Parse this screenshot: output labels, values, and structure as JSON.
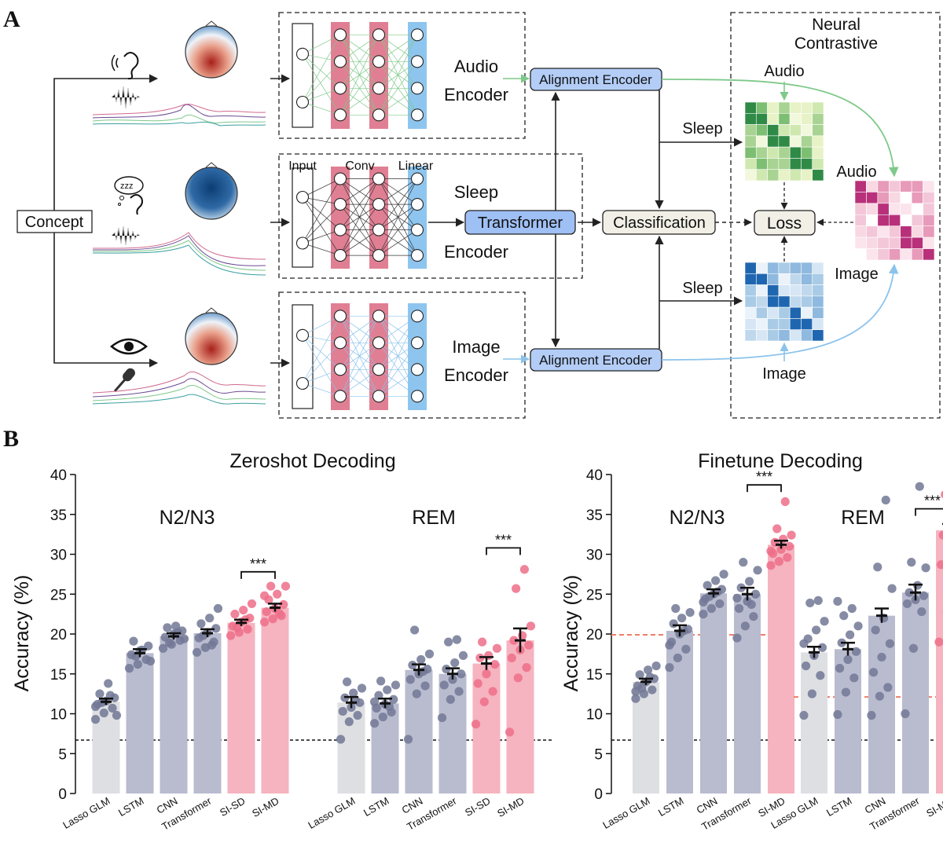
{
  "panel_labels": {
    "a": "A",
    "b": "B"
  },
  "diagram": {
    "concept": "Concept",
    "audio_encoder": [
      "Audio",
      "Encoder"
    ],
    "sleep_encoder": [
      "Sleep",
      "Encoder"
    ],
    "image_encoder": [
      "Image",
      "Encoder"
    ],
    "layer_labels": [
      "Input",
      "Conv",
      "Linear"
    ],
    "transformer": "Transformer",
    "alignment_encoder": "Alignment Encoder",
    "classification": "Classification",
    "loss": "Loss",
    "neural_contrastive": [
      "Neural",
      "Contrastive"
    ],
    "audio": "Audio",
    "image": "Image",
    "sleep": "Sleep",
    "colors": {
      "audio_green": "#7fc98a",
      "image_blue": "#8cc3ec",
      "conv_pink": "#e07f93",
      "linear_blue": "#8ec5ef",
      "alignment_fill": "#b3cdf7",
      "transformer_fill": "#9fc0f5"
    }
  },
  "chart_data": [
    {
      "type": "bar",
      "title": "Zeroshot Decoding",
      "ylabel": "Accuracy (%)",
      "ylim": [
        0,
        40
      ],
      "yticks": [
        0,
        5,
        10,
        15,
        20,
        25,
        30,
        35,
        40
      ],
      "chance_level": 6.7,
      "groups": [
        {
          "name": "N2/N3",
          "categories": [
            "Lasso GLM",
            "LSTM",
            "CNN",
            "Transformer",
            "SI-SD",
            "SI-MD"
          ],
          "values": [
            11.5,
            17.6,
            19.7,
            20.1,
            21.4,
            23.3
          ],
          "errors": [
            0.4,
            0.5,
            0.4,
            0.5,
            0.4,
            0.5
          ],
          "points": [
            [
              9.3,
              10.1,
              10.7,
              11.2,
              11.6,
              12.0,
              12.5,
              13.8,
              9.8,
              11.4,
              12.3,
              10.9
            ],
            [
              15.7,
              16.2,
              16.8,
              17.4,
              17.9,
              18.5,
              19.1,
              18.0,
              16.6,
              17.2
            ],
            [
              18.2,
              18.7,
              19.2,
              19.6,
              20.0,
              20.4,
              20.8,
              21.0,
              19.4,
              18.9,
              20.2
            ],
            [
              17.7,
              18.3,
              19.0,
              19.5,
              20.2,
              20.7,
              21.3,
              22.0,
              23.2,
              19.8,
              18.6
            ],
            [
              19.8,
              20.2,
              20.6,
              21.0,
              21.5,
              22.0,
              22.5,
              23.0,
              23.8,
              20.8,
              21.8
            ],
            [
              21.5,
              21.9,
              22.3,
              22.8,
              23.2,
              23.7,
              24.3,
              25.0,
              26.0,
              26.0,
              22.6,
              24.8
            ]
          ],
          "significance": {
            "between": [
              4,
              5
            ],
            "label": "***",
            "y": 27.8
          }
        },
        {
          "name": "REM",
          "categories": [
            "Lasso GLM",
            "LSTM",
            "CNN",
            "Transformer",
            "SI-SD",
            "SI-MD"
          ],
          "values": [
            11.4,
            11.3,
            15.5,
            15.0,
            16.3,
            19.2
          ],
          "errors": [
            0.7,
            0.6,
            0.7,
            0.7,
            0.8,
            1.5
          ],
          "points": [
            [
              6.8,
              9.0,
              9.8,
              10.3,
              10.8,
              11.4,
              12.0,
              12.6,
              13.2,
              14.0,
              11.7
            ],
            [
              8.8,
              9.6,
              10.2,
              10.7,
              11.2,
              11.8,
              12.3,
              13.0,
              13.6,
              14.1,
              10.9,
              11.5
            ],
            [
              6.8,
              12.5,
              13.5,
              14.3,
              15.0,
              15.6,
              16.1,
              16.8,
              17.5,
              20.5,
              15.3
            ],
            [
              9.5,
              11.8,
              12.8,
              13.6,
              14.3,
              15.0,
              15.6,
              16.4,
              17.3,
              19.0,
              19.3
            ],
            [
              8.7,
              11.5,
              12.8,
              13.8,
              15.0,
              16.2,
              17.0,
              17.3,
              18.2,
              19.0
            ],
            [
              7.7,
              14.5,
              15.8,
              17.0,
              18.0,
              18.6,
              19.2,
              19.8,
              21.0,
              25.7,
              28.1
            ]
          ],
          "significance": {
            "between": [
              4,
              5
            ],
            "label": "***",
            "y": 30.8
          }
        }
      ]
    },
    {
      "type": "bar",
      "title": "Finetune Decoding",
      "ylabel": "Accuracy (%)",
      "ylim": [
        0,
        40
      ],
      "yticks": [
        0,
        5,
        10,
        15,
        20,
        25,
        30,
        35,
        40
      ],
      "chance_level": 6.7,
      "groups": [
        {
          "name": "N2/N3",
          "categories": [
            "Lasso GLM",
            "LSTM",
            "CNN",
            "Transformer",
            "SI-MD"
          ],
          "values": [
            14.0,
            20.4,
            25.1,
            25.0,
            31.2
          ],
          "errors": [
            0.4,
            0.7,
            0.5,
            0.8,
            0.5
          ],
          "points": [
            [
              11.9,
              12.5,
              13.0,
              13.5,
              14.0,
              14.4,
              14.9,
              15.5,
              16.0,
              13.2,
              14.6,
              12.8
            ],
            [
              15.8,
              17.0,
              18.1,
              19.0,
              20.0,
              20.6,
              21.3,
              22.0,
              22.7,
              23.2,
              20.4,
              18.6
            ],
            [
              22.5,
              23.2,
              23.8,
              24.4,
              25.0,
              25.6,
              26.1,
              26.7,
              27.5,
              24.7,
              25.3,
              24.0
            ],
            [
              19.5,
              21.0,
              22.2,
              23.2,
              24.1,
              25.0,
              25.8,
              26.6,
              28.0,
              29.0,
              23.7,
              24.5
            ],
            [
              28.6,
              29.1,
              29.6,
              30.1,
              30.6,
              31.0,
              31.5,
              31.9,
              32.4,
              33.2,
              36.6,
              30.4
            ]
          ],
          "significance": {
            "between": [
              3,
              4
            ],
            "label": "***",
            "y": 38.7
          },
          "reference_level": 19.9
        },
        {
          "name": "REM",
          "categories": [
            "Lasso GLM",
            "LSTM",
            "CNN",
            "Transformer",
            "SI-MD"
          ],
          "values": [
            17.7,
            18.1,
            22.3,
            25.2,
            33.0
          ],
          "errors": [
            0.7,
            0.8,
            0.9,
            1.0,
            0.8
          ],
          "points": [
            [
              9.8,
              12.5,
              14.8,
              16.0,
              17.3,
              18.3,
              19.4,
              20.5,
              21.6,
              23.9,
              24.2,
              18.8
            ],
            [
              9.9,
              12.7,
              14.5,
              15.7,
              16.8,
              17.8,
              18.9,
              19.9,
              21.0,
              22.3,
              23.2,
              24.1
            ],
            [
              9.8,
              12.2,
              13.3,
              15.2,
              17.1,
              18.8,
              20.5,
              22.0,
              25.7,
              28.4,
              36.8
            ],
            [
              10.0,
              18.2,
              22.8,
              23.8,
              24.3,
              24.8,
              25.2,
              26.1,
              28.3,
              29.0,
              38.5
            ],
            [
              19.0,
              22.8,
              25.6,
              28.7,
              30.1,
              31.3,
              32.4,
              34.2,
              36.6,
              37.5,
              39.3
            ]
          ],
          "significance": {
            "between": [
              3,
              4
            ],
            "label": "***",
            "y": 35.7
          },
          "reference_level": 12.1
        }
      ]
    }
  ]
}
